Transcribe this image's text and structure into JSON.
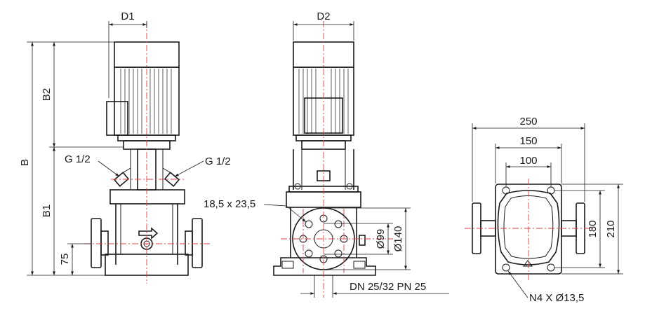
{
  "labels": {
    "d1": "D1",
    "d2": "D2",
    "b": "B",
    "b1": "B1",
    "b2": "B2",
    "h75": "75",
    "g_left": "G 1/2",
    "g_right": "G 1/2",
    "slot": "18,5 x 23,5",
    "dia99": "Ø99",
    "dia140": "Ø140",
    "dn": "DN 25/32 PN 25",
    "w250": "250",
    "w150": "150",
    "w100": "100",
    "h180": "180",
    "h210": "210",
    "holes": "N4 X Ø13,5"
  }
}
